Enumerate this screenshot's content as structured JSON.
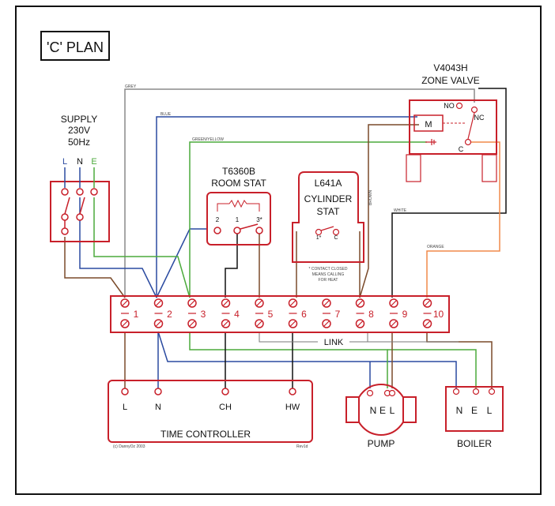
{
  "title": "'C' PLAN",
  "supply": {
    "title": "SUPPLY",
    "voltage": "230V",
    "freq": "50Hz",
    "l": "L",
    "n": "N",
    "e": "E"
  },
  "room_stat": {
    "model": "T6360B",
    "name": "ROOM STAT",
    "t2": "2",
    "t1": "1",
    "t3": "3*"
  },
  "cylinder_stat": {
    "model": "L641A",
    "name1": "CYLINDER",
    "name2": "STAT",
    "t1": "1*",
    "tc": "C",
    "note1": "* CONTACT CLOSED",
    "note2": "MEANS CALLING",
    "note3": "FOR HEAT"
  },
  "zone_valve": {
    "model": "V4043H",
    "name": "ZONE VALVE",
    "nc": "NC",
    "no": "NO",
    "m": "M",
    "c": "C"
  },
  "wire_labels": {
    "grey": "GREY",
    "blue": "BLUE",
    "green_yellow": "GREEN/YELLOW",
    "brown": "BROWN",
    "white": "WHITE",
    "orange": "ORANGE"
  },
  "terminals": [
    "1",
    "2",
    "3",
    "4",
    "5",
    "6",
    "7",
    "8",
    "9",
    "10"
  ],
  "link": "LINK",
  "time_controller": {
    "name": "TIME CONTROLLER",
    "l": "L",
    "n": "N",
    "ch": "CH",
    "hw": "HW",
    "copyright": "(c) DannyOz 2003",
    "rev": "Rev1d"
  },
  "pump": {
    "name": "PUMP",
    "n": "N",
    "e": "E",
    "l": "L"
  },
  "boiler": {
    "name": "BOILER",
    "n": "N",
    "e": "E",
    "l": "L"
  },
  "colors": {
    "red": "#c8202a",
    "grey": "#8a8a8a",
    "blue": "#2a4aa0",
    "green": "#4caa3c",
    "brown": "#7a4a2a",
    "black": "#111111",
    "orange": "#f08a4a"
  }
}
